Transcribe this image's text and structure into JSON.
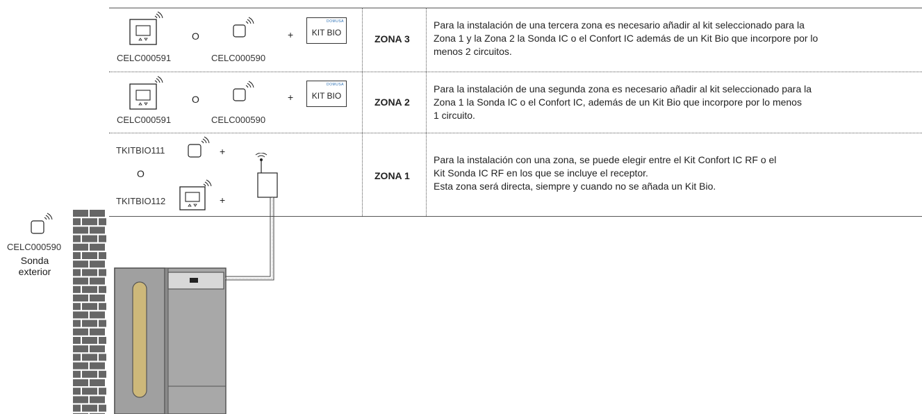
{
  "rows": [
    {
      "zone": "ZONA 3",
      "code_left": "CELC000591",
      "code_right": "CELC000590",
      "or": "O",
      "plus": "+",
      "kit_label": "KIT BIO",
      "kit_brand": "DOMUSA",
      "desc": [
        "Para la instalación de una tercera zona es necesario añadir al kit seleccionado para la",
        "Zona 1 y la Zona 2 la Sonda IC o el Confort IC además de un Kit Bio que incorpore por lo",
        "menos 2 circuitos."
      ]
    },
    {
      "zone": "ZONA 2",
      "code_left": "CELC000591",
      "code_right": "CELC000590",
      "or": "O",
      "plus": "+",
      "kit_label": "KIT BIO",
      "kit_brand": "DOMUSA",
      "desc": [
        "Para la instalación de una segunda zona es necesario añadir al kit seleccionado para la",
        "Zona 1 la Sonda IC o el Confort IC, además de un Kit Bio que incorpore por lo menos",
        "1 circuito."
      ]
    },
    {
      "zone": "ZONA 1",
      "code_top": "TKITBIO111",
      "code_bottom": "TKITBIO112",
      "or": "O",
      "plus_top": "+",
      "plus_bottom": "+",
      "desc": [
        "Para la instalación con una zona, se puede elegir entre el Kit Confort IC RF o el",
        "Kit Sonda IC RF en los que se incluye el receptor.",
        "Esta zona será directa, siempre y cuando no se añada un Kit Bio."
      ]
    }
  ],
  "outdoor_sensor": {
    "code": "CELC000590",
    "label_line1": "Sonda",
    "label_line2": "exterior"
  },
  "icons": {
    "thermostat": "thermostat-icon",
    "sensor": "wireless-sensor-icon",
    "receiver": "receiver-antenna-icon",
    "boiler": "boiler-icon",
    "wall": "brick-wall-icon"
  }
}
